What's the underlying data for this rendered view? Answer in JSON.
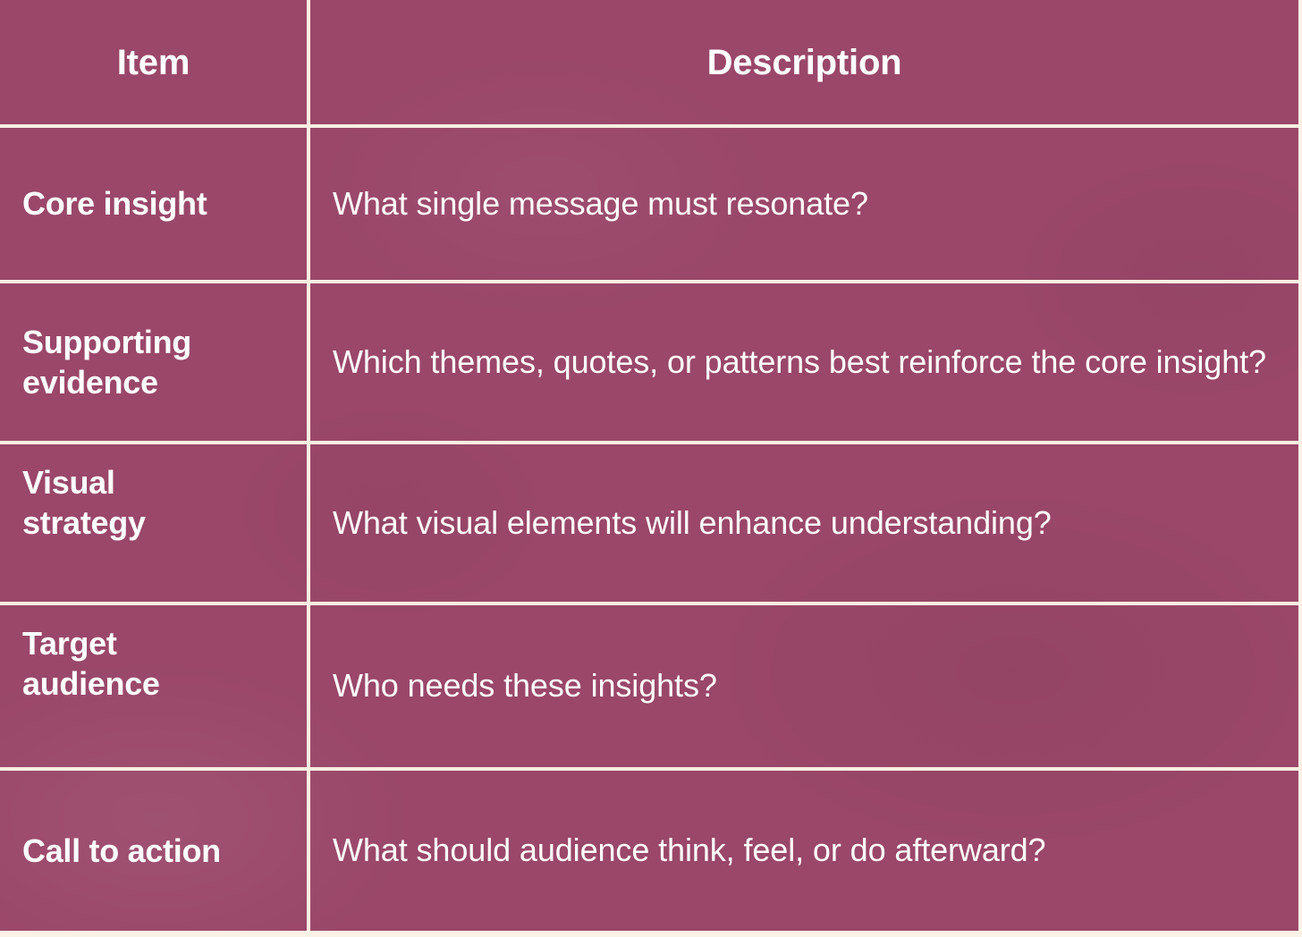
{
  "colors": {
    "background": "#faf2e6",
    "table_fill": "#9a4769",
    "grid_line": "#f7efe2",
    "text": "#ffffff"
  },
  "table": {
    "headers": {
      "item": "Item",
      "description": "Description"
    },
    "rows": [
      {
        "item": "Core insight",
        "description": "What single message must resonate?",
        "item_align": "center"
      },
      {
        "item": "Supporting\nevidence",
        "description": "Which themes, quotes, or patterns best reinforce the core insight?",
        "item_align": "center"
      },
      {
        "item": "Visual\nstrategy",
        "description": "What visual elements will enhance understanding?",
        "item_align": "top"
      },
      {
        "item": "Target\naudience",
        "description": "Who needs these insights?",
        "item_align": "top"
      },
      {
        "item": "Call to action",
        "description": "What should audience think, feel, or do afterward?",
        "item_align": "center"
      }
    ]
  }
}
